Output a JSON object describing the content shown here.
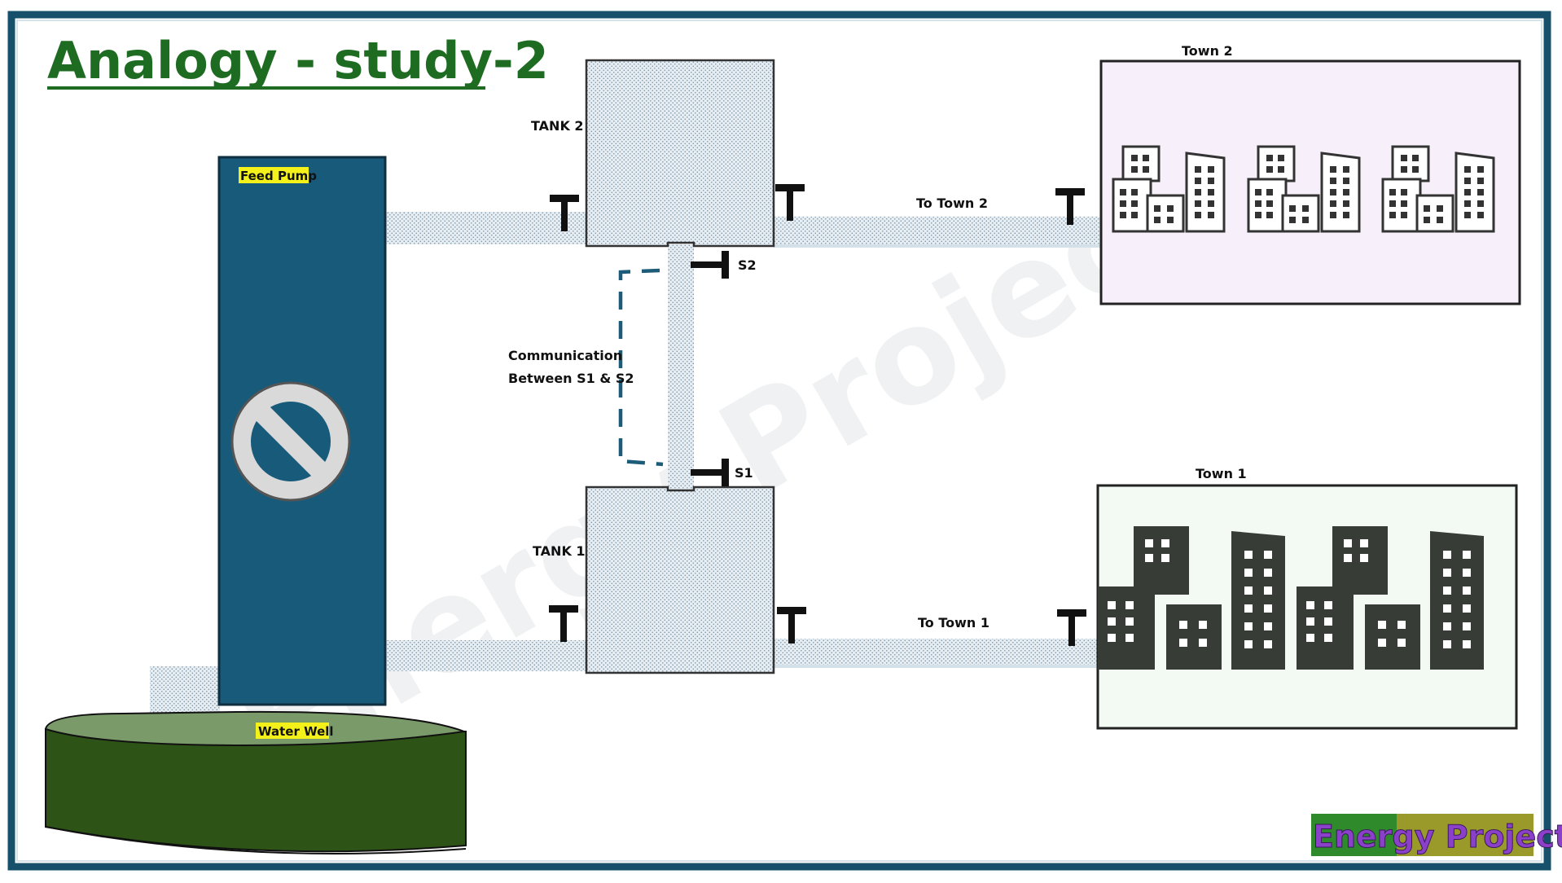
{
  "title": "Analogy - study-2",
  "labels": {
    "feed_pump": "Feed Pump",
    "water_well": "Water Well",
    "tank2": "TANK 2",
    "tank1": "TANK 1",
    "s2": "S2",
    "s1": "S1",
    "communication_line1": "Communication",
    "communication_line2": "Between S1 & S2",
    "to_town2": "To Town 2",
    "to_town1": "To Town 1",
    "town2": "Town 2",
    "town1": "Town 1"
  },
  "logo": {
    "word1": "Energy",
    "word2": "Projects"
  },
  "watermark": "Energy Projects",
  "colors": {
    "frame": "#17506b",
    "title": "#1e6b22",
    "pump": "#175a7a",
    "highlight": "#f4f11a",
    "well_top": "#7a9a6a",
    "well_body": "#2d5416",
    "town1_buildings": "#383c36",
    "town2_fill": "#f7f0fa",
    "town1_fill": "#f3f9f3"
  },
  "icons": [
    "no-entry-icon",
    "valve-icon",
    "building-icon"
  ]
}
